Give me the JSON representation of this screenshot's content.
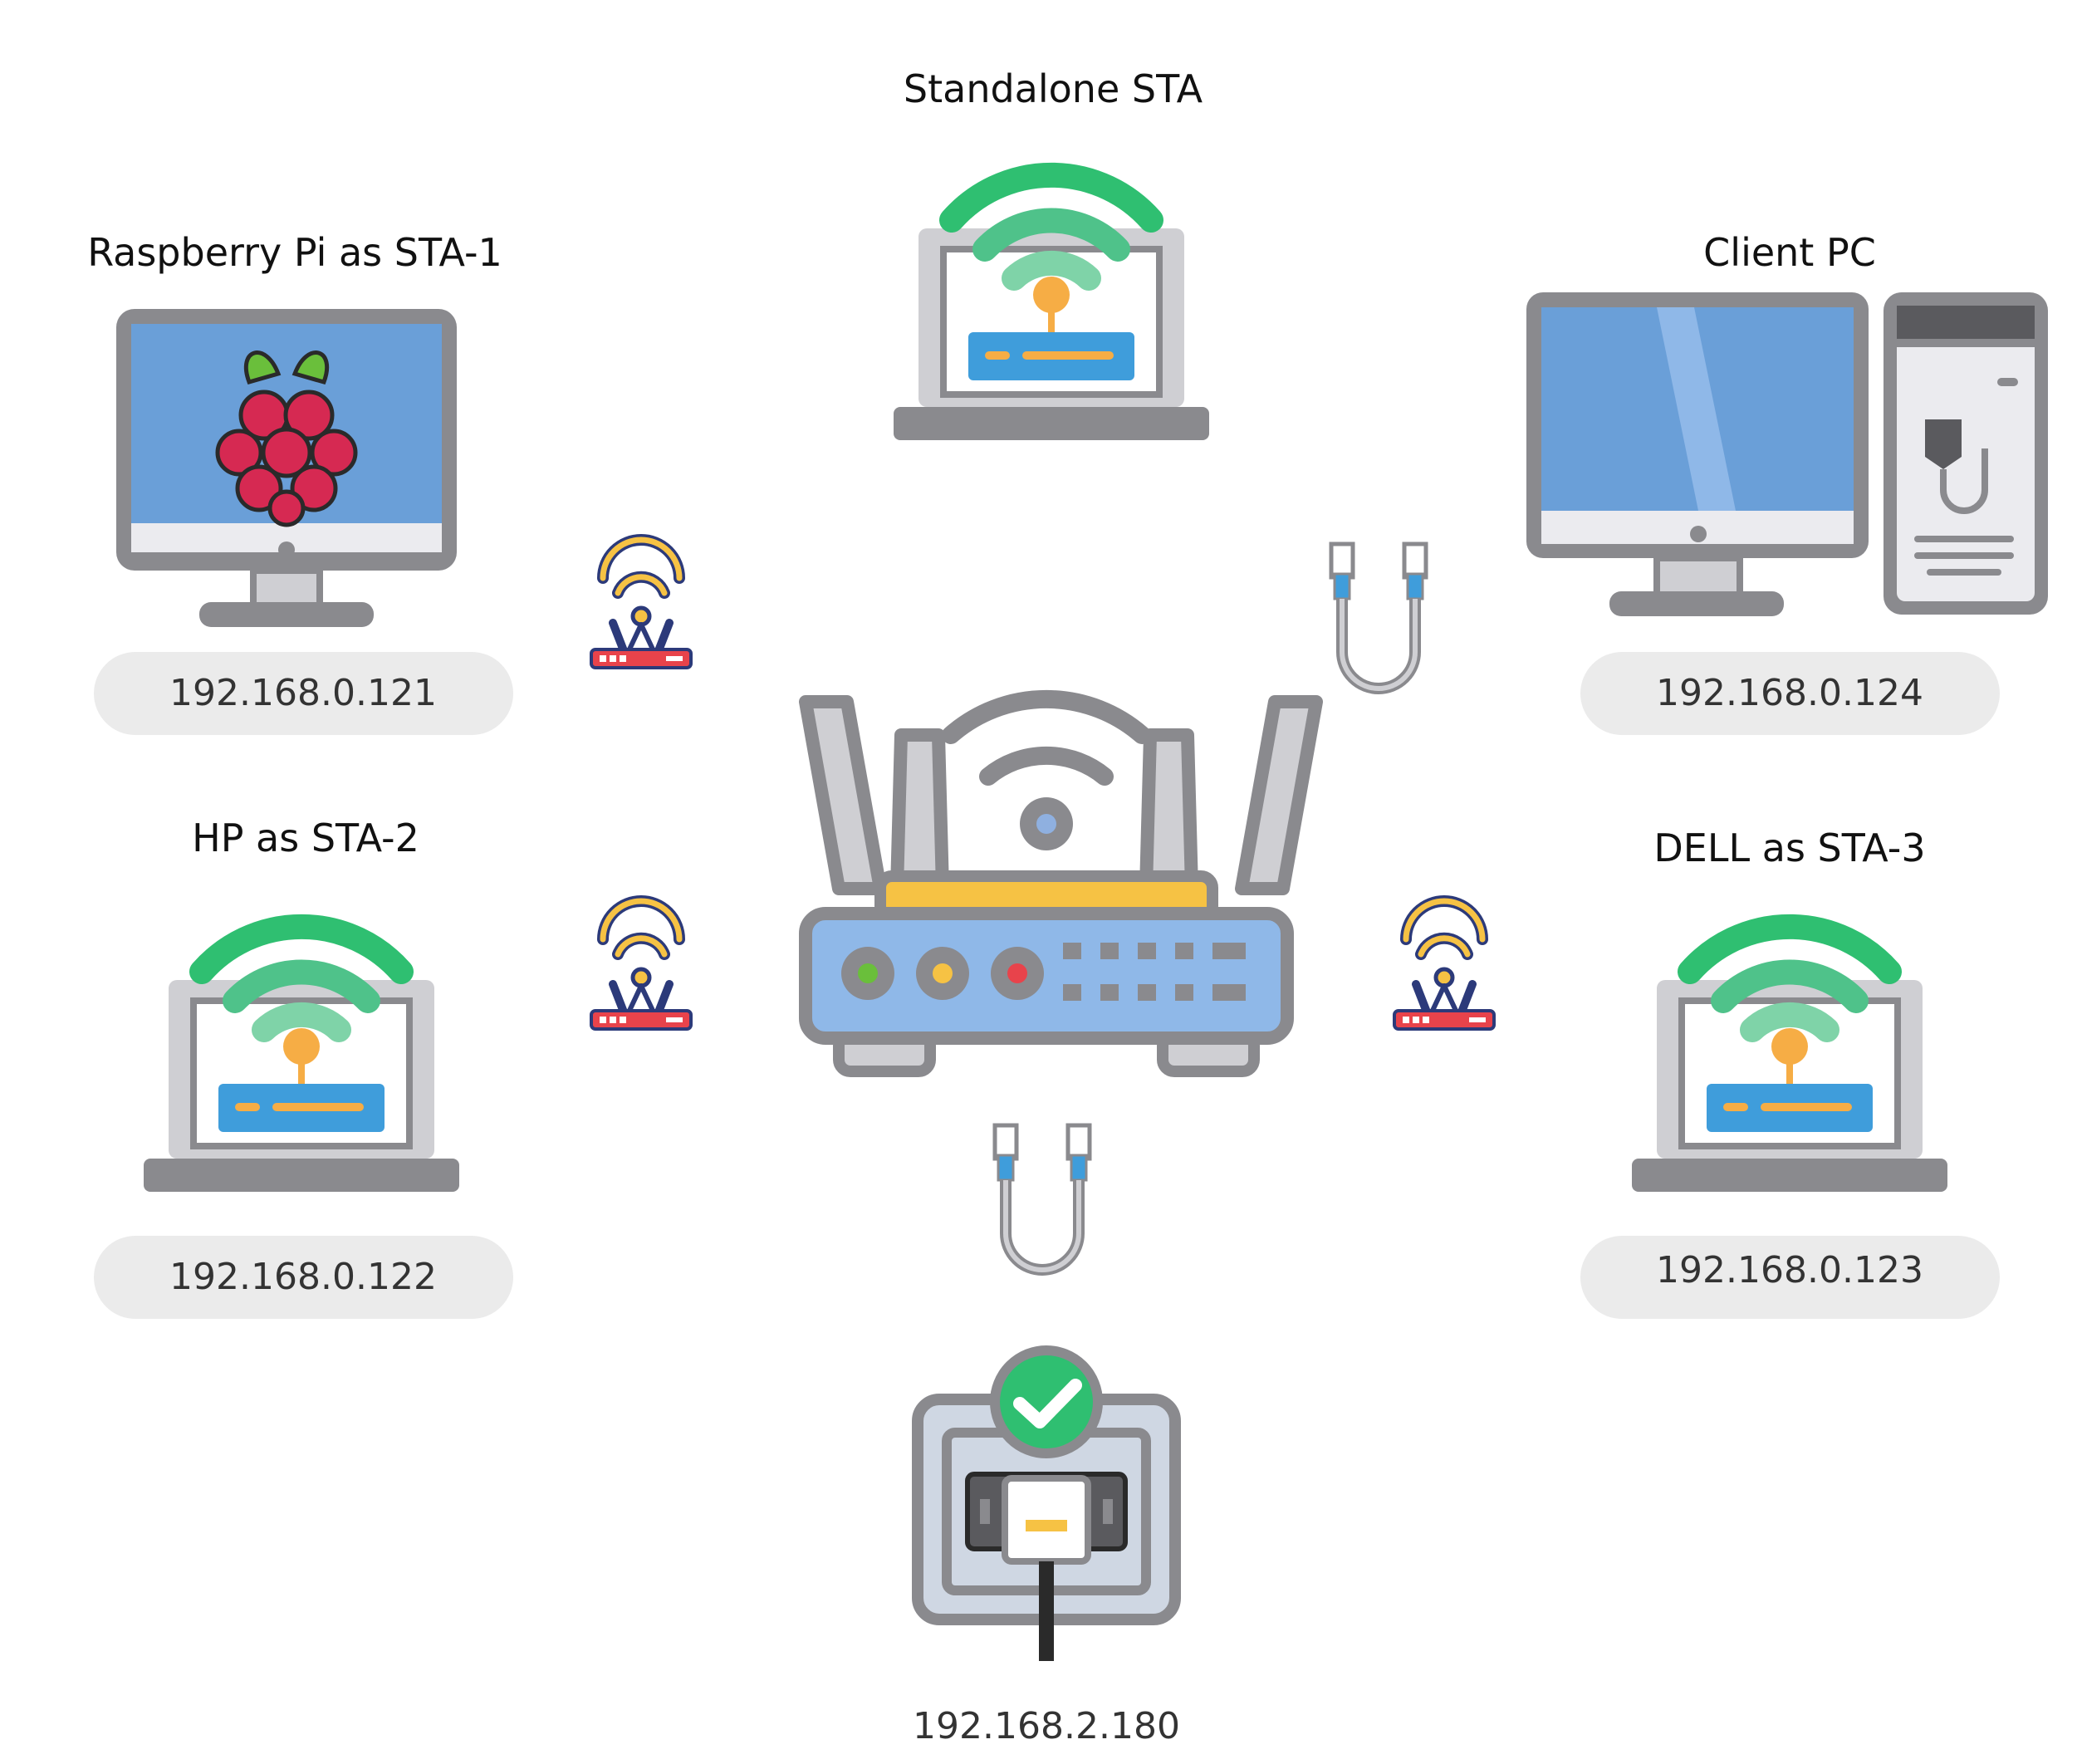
{
  "nodes": {
    "standalone": {
      "label": "Standalone STA"
    },
    "rpi": {
      "label": "Raspberry Pi as STA-1",
      "ip": "192.168.0.121"
    },
    "hp": {
      "label": "HP as STA-2",
      "ip": "192.168.0.122"
    },
    "client": {
      "label": "Client PC",
      "ip": "192.168.0.124"
    },
    "dell": {
      "label": "DELL as STA-3",
      "ip": "192.168.0.123"
    },
    "ethernet": {
      "ip": "192.168.2.180"
    }
  },
  "icons": {
    "router": "wifi-router-icon",
    "small_router": "mini-router-icon",
    "cable": "ethernet-cable-icon",
    "laptop": "laptop-wifi-icon",
    "monitor": "monitor-raspberry-icon",
    "desktop": "desktop-pc-icon",
    "port": "ethernet-port-check-icon"
  },
  "colors": {
    "gray_dark": "#8a8a8e",
    "gray_light": "#cfcfd3",
    "blue_screen": "#6a9fd8",
    "blue_box": "#3f9ddb",
    "green_dark": "#2fbf71",
    "green_mid": "#4fc28a",
    "green_light": "#7fd3a8",
    "orange": "#f6ad45",
    "yellow": "#f6c244",
    "red": "#e8434b",
    "raspberry": "#d62952",
    "leaf": "#6abf3b",
    "navy": "#2c3a7a",
    "pill": "#ebebeb"
  }
}
